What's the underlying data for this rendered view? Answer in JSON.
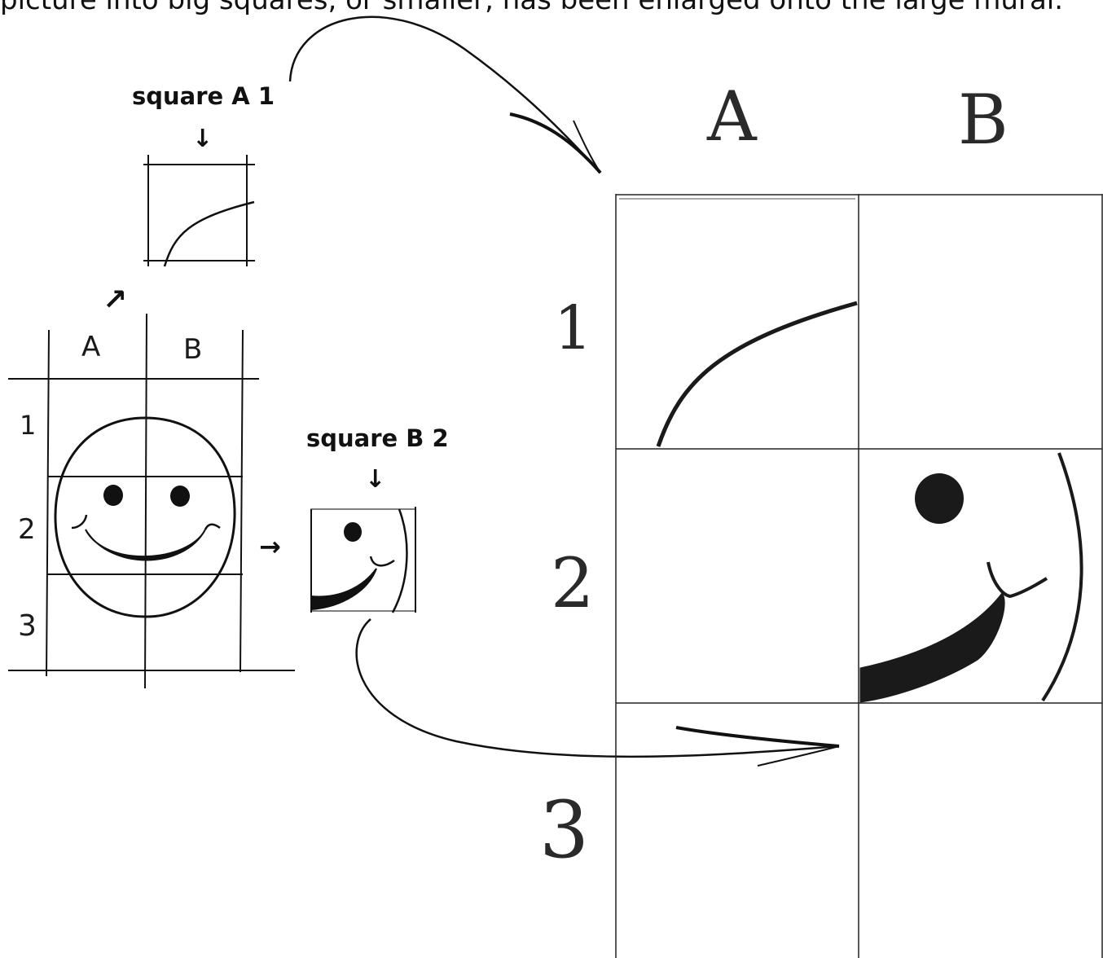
{
  "top_text": "picture into big squares, or smaller, has been enlarged onto the large mural.",
  "labels": {
    "square_a1": "square A 1",
    "square_b2": "square B 2"
  },
  "small_grid": {
    "columns": [
      "A",
      "B"
    ],
    "rows": [
      "1",
      "2",
      "3"
    ]
  },
  "large_grid": {
    "columns": [
      "A",
      "B"
    ],
    "rows": [
      "1",
      "2",
      "3"
    ]
  },
  "icons": {
    "down_arrow": "↓",
    "diagonal_arrow": "↗",
    "right_arrow": "→"
  }
}
